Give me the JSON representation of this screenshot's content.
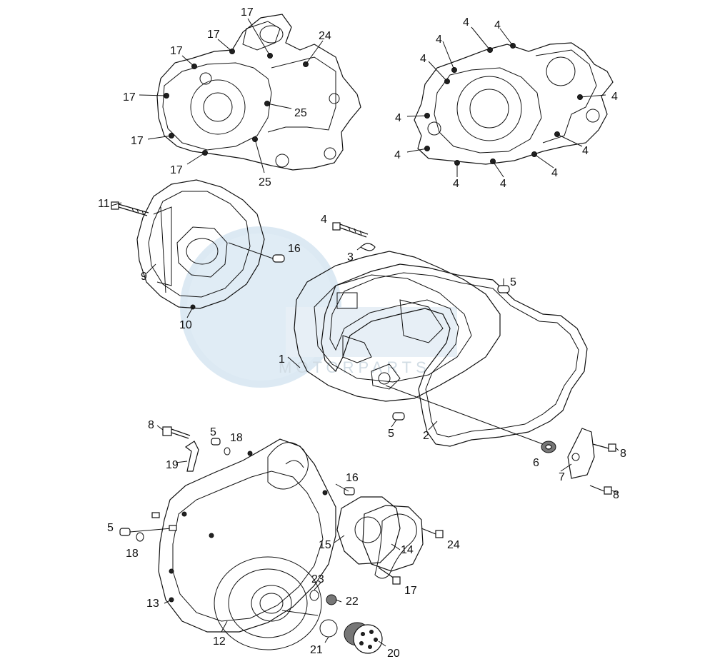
{
  "watermark": {
    "text": "MOTORPARTS"
  },
  "callouts": {
    "c17a": "17",
    "c17b": "17",
    "c17c": "17",
    "c17d": "17",
    "c17e": "17",
    "c17f": "17",
    "c17g": "17",
    "c24a": "24",
    "c24b": "24",
    "c25a": "25",
    "c25b": "25",
    "c4a": "4",
    "c4b": "4",
    "c4c": "4",
    "c4d": "4",
    "c4e": "4",
    "c4f": "4",
    "c4g": "4",
    "c4h": "4",
    "c4i": "4",
    "c4j": "4",
    "c4k": "4",
    "c4l": "4",
    "c11": "11",
    "c9": "9",
    "c10": "10",
    "c16a": "16",
    "c16b": "16",
    "c3": "3",
    "c5a": "5",
    "c5b": "5",
    "c5c": "5",
    "c5d": "5",
    "c1": "1",
    "c2": "2",
    "c6": "6",
    "c7": "7",
    "c8a": "8",
    "c8b": "8",
    "c8c": "8",
    "c18a": "18",
    "c18b": "18",
    "c19": "19",
    "c15": "15",
    "c14": "14",
    "c23": "23",
    "c22": "22",
    "c13": "13",
    "c12": "12",
    "c21": "21",
    "c20": "20"
  }
}
